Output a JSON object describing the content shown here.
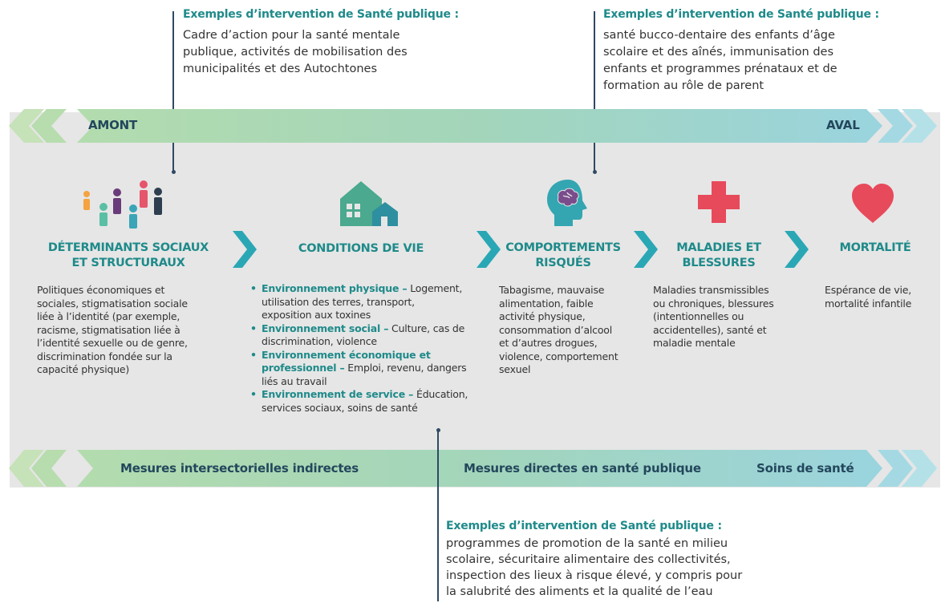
{
  "colors": {
    "teal": "#1f8a8a",
    "navy": "#23475c",
    "band_green": "#a7d5a9",
    "band_blue": "#9fd6dd",
    "icon_teal": "#34a6b1",
    "icon_red": "#e74a5b",
    "background": "#e6e6e6"
  },
  "callouts": {
    "top_left": {
      "title": "Exemples d’intervention de Santé publique :",
      "body": "Cadre d’action pour la santé mentale\npublique, activités de mobilisation des\nmunicipalités et des Autochtones"
    },
    "top_right": {
      "title": "Exemples d’intervention de Santé publique :",
      "body": "santé bucco-dentaire des enfants d’âge\nscolaire et des aînés, immunisation des\nenfants et programmes prénataux et de\nformation au rôle de parent"
    },
    "bottom": {
      "title": "Exemples d’intervention de Santé publique :",
      "body": "programmes de promotion de la santé en milieu\nscolaire, sécuritaire alimentaire des collectivités,\ninspection des lieux à risque élevé, y compris pour\nla salubrité des aliments et la qualité de l’eau"
    }
  },
  "top_arrow": {
    "left_label": "AMONT",
    "right_label": "AVAL"
  },
  "bottom_arrow": {
    "label_1": "Mesures intersectorielles indirectes",
    "label_2": "Mesures directes en santé publique",
    "label_3": "Soins de santé"
  },
  "columns": [
    {
      "title": "DÉTERMINANTS SOCIAUX\nET STRUCTURAUX",
      "icon": "people-icon",
      "body": "Politiques économiques et\nsociales, stigmatisation sociale\nliée à l’identité (par exemple,\nracisme, stigmatisation liée à\nl’identité sexuelle ou de genre,\ndiscrimination fondée sur la\ncapacité physique)"
    },
    {
      "title": "CONDITIONS DE VIE",
      "icon": "house-icon",
      "bullets": [
        {
          "label": "Environnement physique –",
          "text": " Logement,\nutilisation des terres, transport,\nexposition aux toxines"
        },
        {
          "label": "Environnement social –",
          "text": " Culture, cas de\ndiscrimination, violence"
        },
        {
          "label": "Environnement économique et\nprofessionnel –",
          "text": " Emploi, revenu, dangers\nliés au travail"
        },
        {
          "label": "Environnement de service –",
          "text": " Éducation,\nservices sociaux, soins de santé"
        }
      ]
    },
    {
      "title": "COMPORTEMENTS\nRISQUÉS",
      "icon": "head-brain-icon",
      "body": "Tabagisme, mauvaise\nalimentation, faible\nactivité physique,\nconsommation d’alcool\net d’autres drogues,\nviolence, comportement\nsexuel"
    },
    {
      "title": "MALADIES ET\nBLESSURES",
      "icon": "medical-cross-icon",
      "body": "Maladies transmissibles\nou chroniques, blessures\n(intentionnelles ou\naccidentelles), santé et\nmaladie mentale"
    },
    {
      "title": "MORTALITÉ",
      "icon": "heart-icon",
      "body": "Espérance de vie,\nmortalité infantile"
    }
  ]
}
